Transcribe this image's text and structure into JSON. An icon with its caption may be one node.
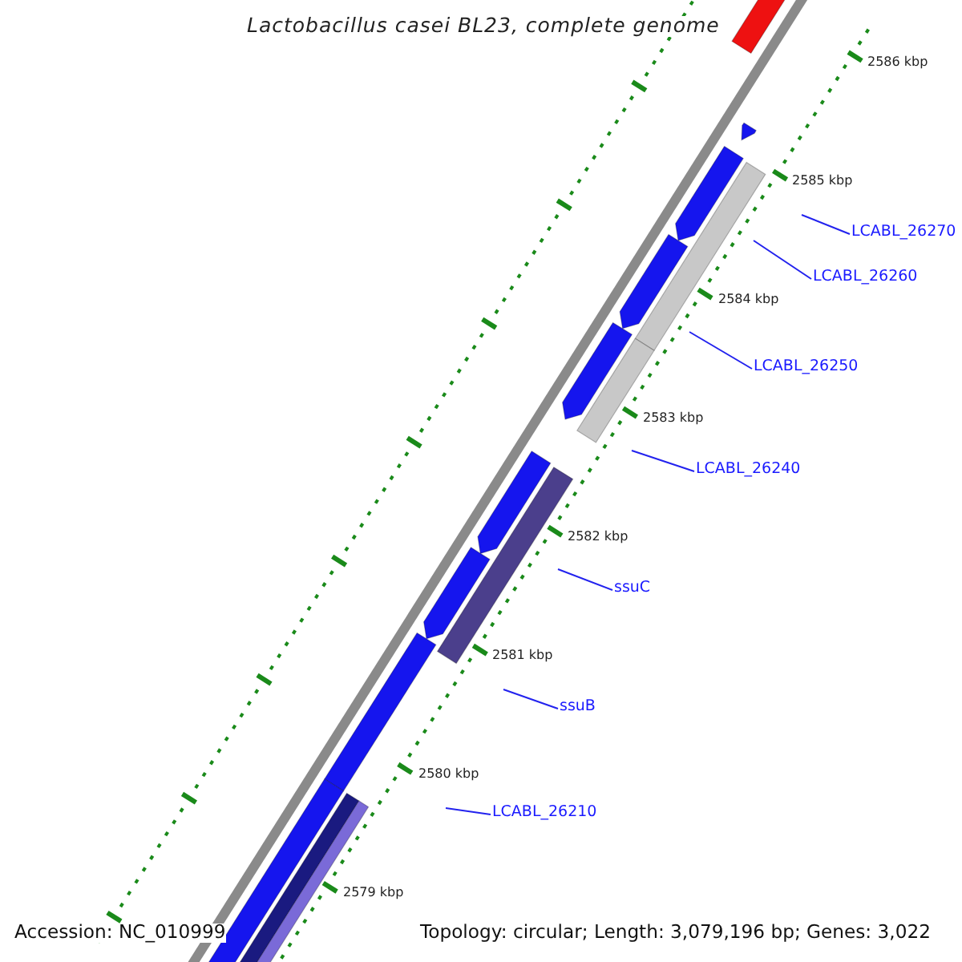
{
  "diagram": {
    "title": "Lactobacillus casei BL23, complete genome",
    "nodes": [
      {
        "text": [
          "LCABL_26270"
        ]
      },
      {
        "text": [
          "LCABL_26260"
        ]
      },
      {
        "text": [
          "LCABL_26250"
        ]
      },
      {
        "text": [
          "LCABL_26240"
        ]
      },
      {
        "text": [
          "ssuC"
        ]
      },
      {
        "text": [
          "ssuB"
        ]
      },
      {
        "text": [
          "LCABL_26210"
        ]
      }
    ],
    "edges": [
      {
        "from": 0,
        "to": null,
        "arrow": "none"
      },
      {
        "from": 1,
        "to": null,
        "arrow": "none"
      },
      {
        "from": 2,
        "to": null,
        "arrow": "none"
      },
      {
        "from": 3,
        "to": null,
        "arrow": "none"
      },
      {
        "from": 4,
        "to": null,
        "arrow": "none"
      },
      {
        "from": 5,
        "to": null,
        "arrow": "none"
      },
      {
        "from": 6,
        "to": null,
        "arrow": "none"
      }
    ],
    "labels": [
      "2586 kbp",
      "2585 kbp",
      "2584 kbp",
      "2583 kbp",
      "2582 kbp",
      "2581 kbp",
      "2580 kbp",
      "2579 kbp",
      "Accession: NC_010999",
      "Topology: circular; Length: 3,079,196 bp; Genes: 3,022"
    ]
  }
}
